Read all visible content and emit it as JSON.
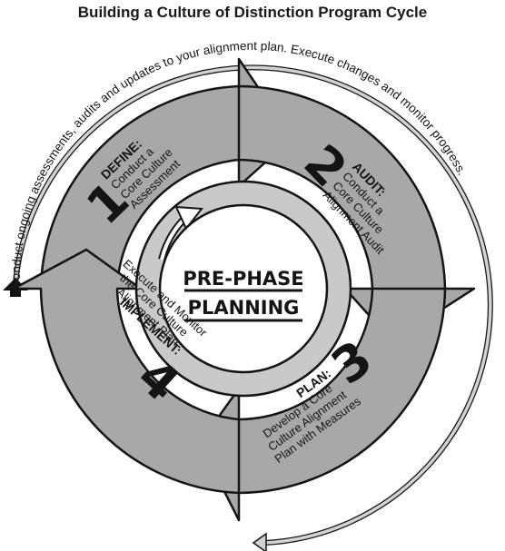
{
  "title": "Building a Culture of Distinction Program Cycle",
  "cycle_note": "Conduct ongoing assessments, audits and updates to your alignment plan. Execute changes and monitor progress.",
  "center": {
    "line1": "PRE-PHASE",
    "line2": "PLANNING"
  },
  "phases": [
    {
      "number": "1",
      "heading": "DEFINE:",
      "lines": [
        "Conduct a",
        "Core Culture",
        "Assessment"
      ]
    },
    {
      "number": "2",
      "heading": "AUDIT:",
      "lines": [
        "Conduct a",
        "Core Culture",
        "Alignment Audit"
      ]
    },
    {
      "number": "3",
      "heading": "PLAN:",
      "lines": [
        "Develop a Core",
        "Culture Alignment",
        "Plan with Measures"
      ]
    },
    {
      "number": "4",
      "heading": "IMPLEMENT:",
      "lines": [
        "Execute and Monitor",
        "the Core Culture",
        "Alignment Plan"
      ]
    }
  ],
  "colors": {
    "segment": "#a8a8a8",
    "inner_ring": "#c9c9c9",
    "outline": "#141414",
    "outer_arrow": "#d2d2d2"
  }
}
